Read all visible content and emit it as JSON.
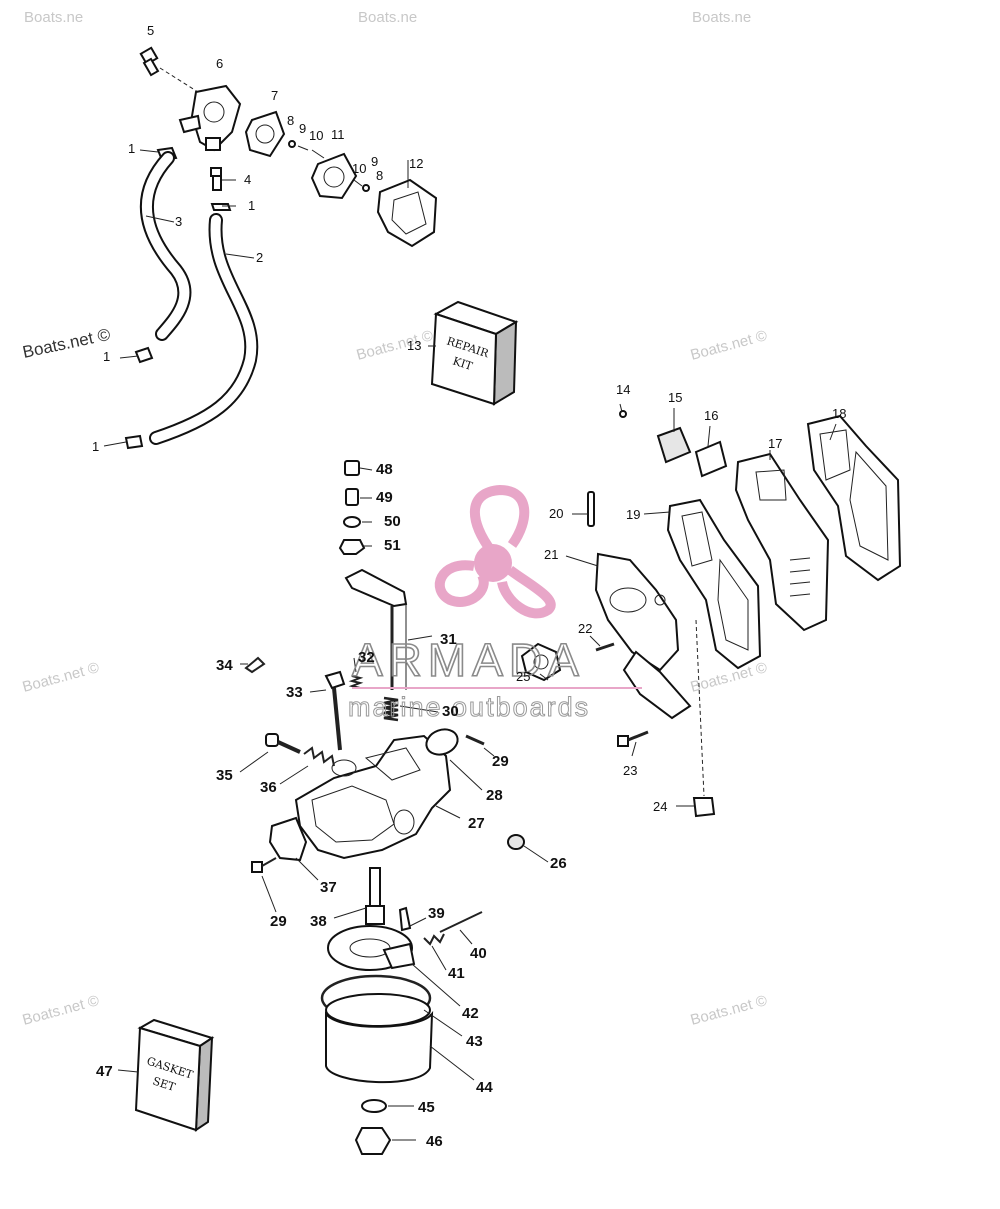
{
  "diagram": {
    "watermarks": {
      "boats_net": "Boats.net ©",
      "boats_net_trunc": "Boats.ne"
    },
    "brand": {
      "name": "ARMADA",
      "tagline": "marine outboards",
      "logo_color": "#e8a6c8"
    },
    "kits": {
      "repair_kit": {
        "line1": "REPAIR",
        "line2": "KIT"
      },
      "gasket_set": {
        "line1": "GASKET",
        "line2": "SET"
      }
    },
    "callouts": {
      "c1": "1",
      "c2": "2",
      "c3": "3",
      "c4": "4",
      "c5": "5",
      "c6": "6",
      "c7": "7",
      "c8": "8",
      "c9": "9",
      "c10": "10",
      "c11": "11",
      "c12": "12",
      "c13": "13",
      "c14": "14",
      "c15": "15",
      "c16": "16",
      "c17": "17",
      "c18": "18",
      "c19": "19",
      "c20": "20",
      "c21": "21",
      "c22": "22",
      "c23": "23",
      "c24": "24",
      "c25": "25",
      "c26": "26",
      "c27": "27",
      "c28": "28",
      "c29": "29",
      "c30": "30",
      "c31": "31",
      "c32": "32",
      "c33": "33",
      "c34": "34",
      "c35": "35",
      "c36": "36",
      "c37": "37",
      "c38": "38",
      "c39": "39",
      "c40": "40",
      "c41": "41",
      "c42": "42",
      "c43": "43",
      "c44": "44",
      "c45": "45",
      "c46": "46",
      "c47": "47",
      "c48": "48",
      "c49": "49",
      "c50": "50",
      "c51": "51"
    }
  }
}
